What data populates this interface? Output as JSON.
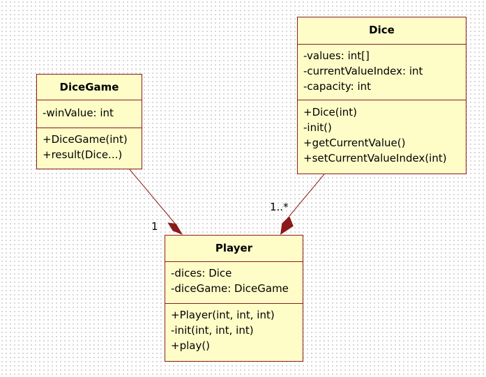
{
  "classes": {
    "dicegame": {
      "name": "DiceGame",
      "attributes": [
        "-winValue: int"
      ],
      "operations": [
        "+DiceGame(int)",
        "+result(Dice...)"
      ]
    },
    "dice": {
      "name": "Dice",
      "attributes": [
        "-values: int[]",
        "-currentValueIndex: int",
        "-capacity: int"
      ],
      "operations": [
        "+Dice(int)",
        "-init()",
        "+getCurrentValue()",
        "+setCurrentValueIndex(int)"
      ]
    },
    "player": {
      "name": "Player",
      "attributes": [
        "-dices: Dice",
        "-diceGame: DiceGame"
      ],
      "operations": [
        "+Player(int, int, int)",
        "-init(int, int, int)",
        "+play()"
      ]
    }
  },
  "associations": {
    "dicegame_player": {
      "multiplicity": "1",
      "type": "composition"
    },
    "dice_player": {
      "multiplicity": "1..*",
      "type": "composition"
    }
  },
  "colors": {
    "class_fill": "#fefdc8",
    "class_border": "#8b1a1a",
    "diamond": "#8b1a1a"
  }
}
